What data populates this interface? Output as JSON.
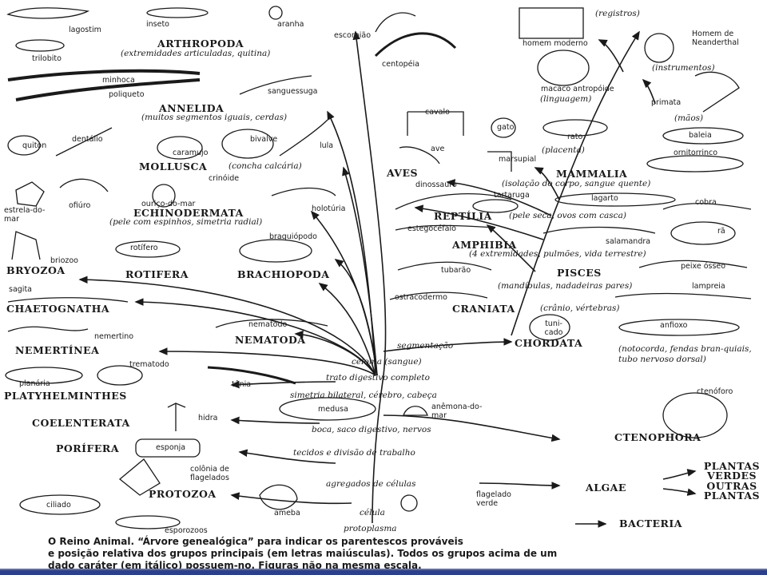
{
  "groups": {
    "arthropoda": "ARTHROPODA",
    "annelida": "ANNELIDA",
    "mollusca": "MOLLUSCA",
    "echinodermata": "ECHINODERMATA",
    "bryozoa": "BRYOZOA",
    "rotifera": "ROTIFERA",
    "brachiopoda": "BRACHIOPODA",
    "chaetognatha": "CHAETOGNATHA",
    "nemertinea": "NEMERTÍNEA",
    "nematoda": "NEMATODA",
    "platyhelminthes": "PLATYHELMINTHES",
    "coelenterata": "COELENTERATA",
    "porifera": "PORÍFERA",
    "protozoa": "PROTOZOA",
    "mammalia": "MAMMALIA",
    "aves": "AVES",
    "reptilia": "REPTÍLIA",
    "amphibia": "AMPHIBIA",
    "pisces": "PISCES",
    "craniata": "CRANIATA",
    "chordata": "CHORDATA",
    "ctenophora": "CTENOPHORA",
    "algae": "ALGAE",
    "bacteria": "BACTERIA",
    "plantas_verdes": "PLANTAS VERDES",
    "outras_plantas": "OUTRAS PLANTAS"
  },
  "characters": {
    "arthropoda": "(extremidades articuladas, quitina)",
    "annelida": "(muitos segmentos iguais, cerdas)",
    "mollusca": "(concha calcária)",
    "echinodermata": "(pele com espinhos, simetria radial)",
    "mammalia": "(isolação do corpo, sangue quente)",
    "reptilia": "(pele seca, ovos com casca)",
    "amphibia": "(4 extremidades, pulmões, vida terrestre)",
    "pisces": "(mandíbulas, nadadeiras pares)",
    "craniata": "(crânio, vértebras)",
    "chordata": "(notocorda, fendas bran-quiais, tubo nervoso dorsal)",
    "registros": "(registros)",
    "instrumentos": "(instrumentos)",
    "linguagem": "(linguagem)",
    "maos": "(mãos)",
    "placenta": "(placenta)",
    "segmentacao": "segmentação",
    "celoma": "celoma (sangue)",
    "trato": "trato digestivo completo",
    "simetria": "simetria bilateral, cérebro, cabeça",
    "boca": "boca, saco digestivo, nervos",
    "tecidos": "tecidos e divisão de trabalho",
    "agregados": "agregados de células",
    "celula": "célula",
    "protoplasma": "protoplasma"
  },
  "organisms": {
    "lagostim": "lagostim",
    "inseto": "inseto",
    "aranha": "aranha",
    "escorpiao": "escorpião",
    "centopeia": "centopéia",
    "trilobito": "trilobito",
    "minhoca": "minhoca",
    "poliqueto": "poliqueto",
    "sanguessuga": "sanguessuga",
    "quiton": "quiton",
    "dentalio": "dentálio",
    "caramujo": "caramujo",
    "bivalve": "bivalve",
    "lula": "lula",
    "crinoide": "crinóide",
    "estrela": "estrela-do-mar",
    "ofiuro": "ofiúro",
    "ourico": "ouriço-do-mar",
    "holoturia": "holotúria",
    "briozoo": "briozoo",
    "rotifero": "rotífero",
    "braquiopodo": "braquiópodo",
    "sagita": "sagita",
    "nemertino": "nemertino",
    "nematodo": "nematodo",
    "trematodo": "trematodo",
    "planaria": "planária",
    "tenia": "tênia",
    "hidra": "hidra",
    "medusa": "medusa",
    "anemona": "anêmona-do-mar",
    "esponja": "esponja",
    "colonia": "colônia de flagelados",
    "ciliado": "ciliado",
    "ameba": "ameba",
    "esporozoos": "esporozoos",
    "flagelado": "flagelado verde",
    "ctenoforo": "ctenóforo",
    "homem_moderno": "homem moderno",
    "neanderthal": "Homem de Neanderthal",
    "macaco": "macaco antropóide",
    "primata": "primata",
    "cavalo": "cavalo",
    "gato": "gato",
    "rato": "rato",
    "baleia": "baleia",
    "ave": "ave",
    "marsupial": "marsupial",
    "ornitorrinco": "ornitorrinco",
    "dinossauro": "dinossauro",
    "tartaruga": "tartaruga",
    "lagarto": "lagarto",
    "cobra": "cobra",
    "estegocefalo": "estegocéfalo",
    "salamandra": "salamandra",
    "ra": "rã",
    "tubarao": "tubarão",
    "peixe_osseo": "peixe ósseo",
    "ostracodermo": "ostracodermo",
    "lampreia": "lampreia",
    "tunicado": "tuni-cado",
    "anfioxo": "anfioxo"
  },
  "caption": "O Reino Animal. “Árvore genealógica” para indicar os parentescos prováveis\ne posição relativa dos grupos principais (em letras maiúsculas). Todos os grupos acima de um\ndado caráter (em itálico) possuem-no. Figuras não na mesma escala.",
  "colors": {
    "ink": "#1a1a1a",
    "footer_bar": "#2b3f8a"
  }
}
